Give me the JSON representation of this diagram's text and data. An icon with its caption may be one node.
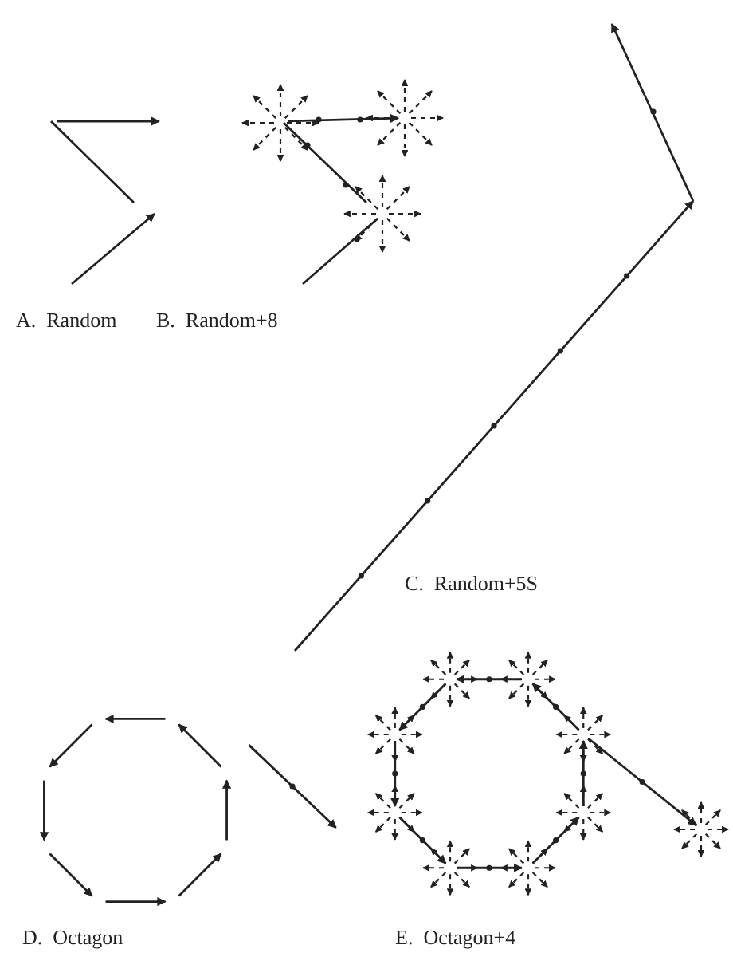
{
  "diagram": {
    "labels": [
      "A.  Random",
      "B.  Random+8",
      "C.  Random+5S",
      "D.  Octagon",
      "E.  Octagon+4"
    ]
  }
}
